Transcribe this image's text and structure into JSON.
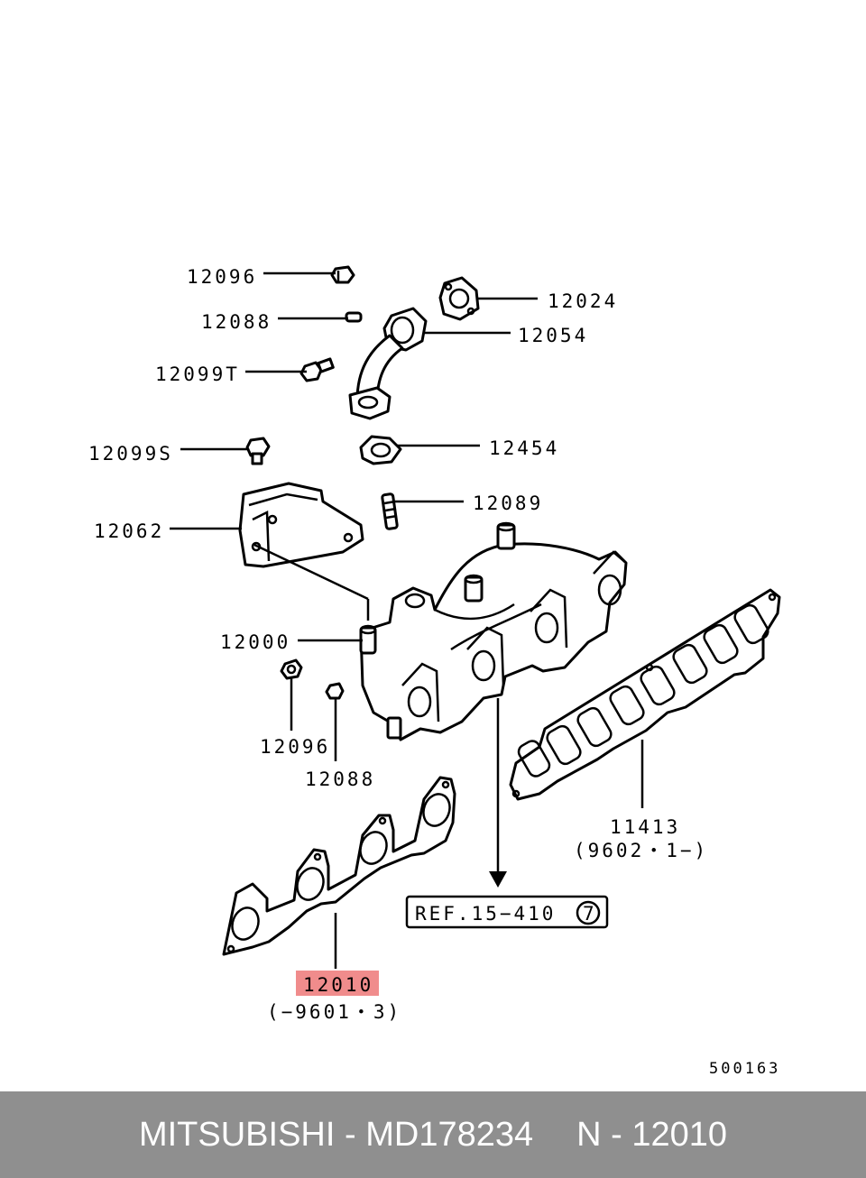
{
  "labels": {
    "p12096_top": "12096",
    "p12088_top": "12088",
    "p12099T": "12099T",
    "p12024": "12024",
    "p12054": "12054",
    "p12099S": "12099S",
    "p12454": "12454",
    "p12089": "12089",
    "p12062": "12062",
    "p12000": "12000",
    "p12096_bottom": "12096",
    "p12088_bottom": "12088",
    "p11413": "11413",
    "p11413_range": "(9602・1−)",
    "ref": "REF.15−410",
    "ref_circle": "7",
    "p12010": "12010",
    "p12010_range": "(−9601・3)",
    "diagram_number": "500163"
  },
  "highlight_color": "#f08c8c",
  "footer": {
    "brand": "MITSUBISHI",
    "separator": " - ",
    "part_number": "MD178234",
    "ref_prefix": "N - ",
    "ref_code": "12010"
  }
}
